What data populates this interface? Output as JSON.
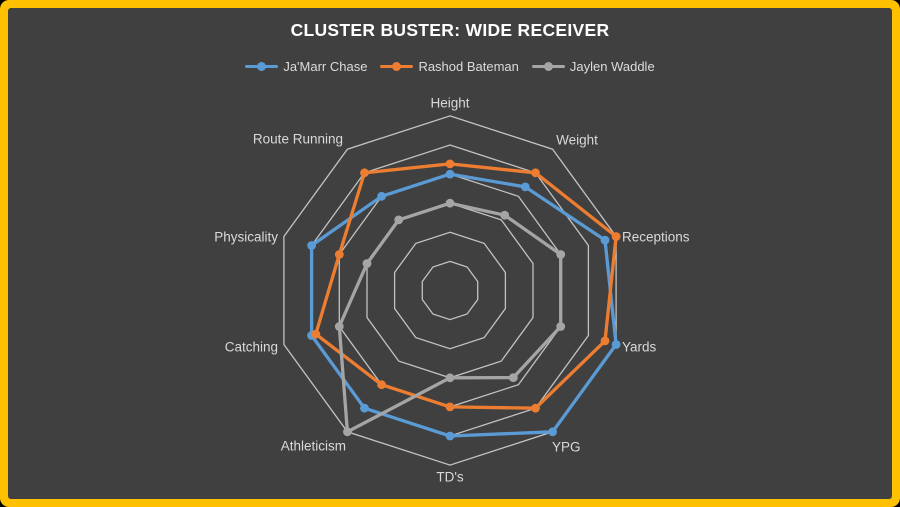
{
  "title": "CLUSTER BUSTER: WIDE RECEIVER",
  "frame": {
    "color": "#FFC000",
    "inner_background": "#404040"
  },
  "colors": {
    "title_text": "#FFFFFF",
    "label_text": "#D9D9D9"
  },
  "legend": [
    {
      "label": "Ja'Marr Chase",
      "color": "#5B9BD5"
    },
    {
      "label": "Rashod Bateman",
      "color": "#ED7D31"
    },
    {
      "label": "Jaylen Waddle",
      "color": "#A5A5A5"
    }
  ],
  "chart_data": {
    "type": "radar",
    "title": "CLUSTER BUSTER: WIDE RECEIVER",
    "categories": [
      "Height",
      "Weight",
      "Receptions",
      "Yards",
      "YPG",
      "TD's",
      "Athleticism",
      "Catching",
      "Physicality",
      "Route Running"
    ],
    "series": [
      {
        "name": "Ja'Marr Chase",
        "color": "#5B9BD5",
        "values": [
          4.0,
          4.4,
          5.6,
          6.0,
          6.0,
          5.0,
          5.0,
          5.0,
          5.0,
          4.0
        ]
      },
      {
        "name": "Rashod Bateman",
        "color": "#ED7D31",
        "values": [
          4.35,
          5.0,
          6.0,
          5.6,
          5.0,
          4.0,
          4.0,
          4.85,
          4.0,
          5.0
        ]
      },
      {
        "name": "Jaylen Waddle",
        "color": "#A5A5A5",
        "values": [
          3.0,
          3.2,
          4.0,
          4.0,
          3.7,
          3.0,
          6.0,
          4.0,
          3.0,
          3.0
        ]
      }
    ],
    "scale": {
      "min": 0,
      "max": 6,
      "rings": 6
    },
    "gridline_color": "#D9D9D9",
    "label_color": "#D9D9D9",
    "legend_position": "top",
    "axes_start": "top",
    "direction": "clockwise",
    "grid": "concentric-polygons-only"
  }
}
